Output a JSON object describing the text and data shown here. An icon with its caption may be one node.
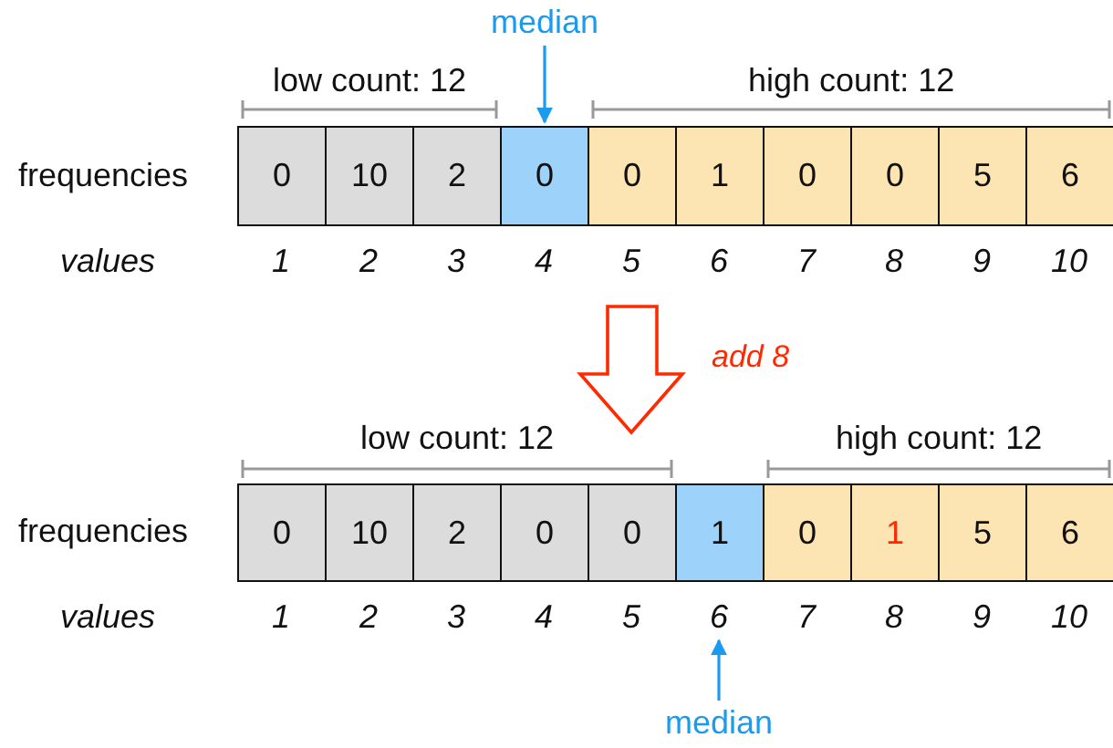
{
  "diagram": {
    "nodes": [
      {
        "text": [
          "median"
        ]
      },
      {
        "text": [
          "0"
        ]
      },
      {
        "text": [
          "10"
        ]
      },
      {
        "text": [
          "2"
        ]
      },
      {
        "text": [
          "0"
        ]
      },
      {
        "text": [
          "0"
        ]
      },
      {
        "text": [
          "1"
        ]
      },
      {
        "text": [
          "0"
        ]
      },
      {
        "text": [
          "0"
        ]
      },
      {
        "text": [
          "5"
        ]
      },
      {
        "text": [
          "6"
        ]
      },
      {
        "text": [
          "0"
        ]
      },
      {
        "text": [
          "10"
        ]
      },
      {
        "text": [
          "2"
        ]
      },
      {
        "text": [
          "0"
        ]
      },
      {
        "text": [
          "0"
        ]
      },
      {
        "text": [
          "1"
        ]
      },
      {
        "text": [
          "0"
        ]
      },
      {
        "text": [
          "1"
        ]
      },
      {
        "text": [
          "5"
        ]
      },
      {
        "text": [
          "6"
        ]
      },
      {
        "text": [
          "median"
        ]
      },
      {
        "text": [
          "6"
        ]
      }
    ],
    "edges": [
      {
        "from": 0,
        "to": 4,
        "arrow": "to",
        "color": "#1a9bf0"
      },
      {
        "from": 21,
        "to": 22,
        "arrow": "to",
        "color": "#1a9bf0"
      }
    ],
    "labels": [
      "low count: 12",
      "high count: 12",
      "frequencies",
      "values",
      "1",
      "2",
      "3",
      "4",
      "5",
      "6",
      "7",
      "8",
      "9",
      "10",
      "add 8",
      "low count: 12",
      "high count: 12",
      "frequencies",
      "values",
      "1",
      "2",
      "3",
      "4",
      "5",
      "7",
      "8",
      "9",
      "10"
    ]
  }
}
